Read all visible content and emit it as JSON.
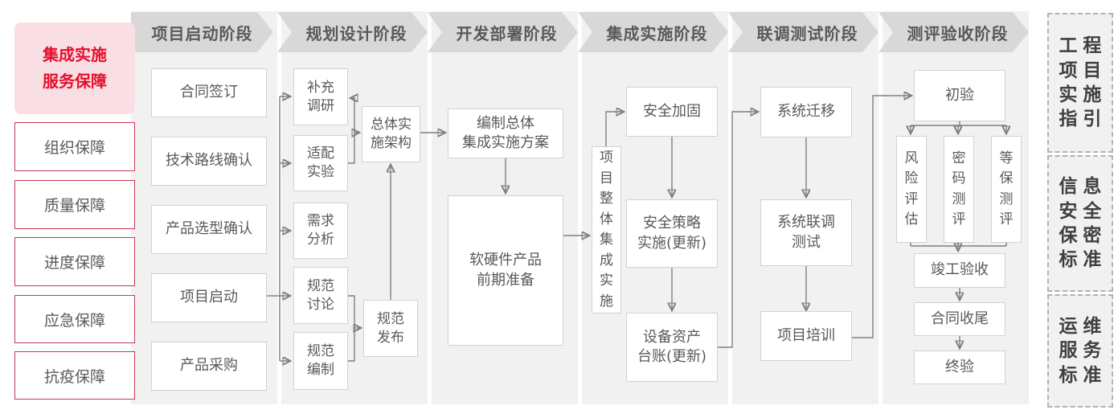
{
  "palette": {
    "accent_red_text": "#e60e2c",
    "accent_red_border": "#c43a52",
    "pink_bg": "#f9dfe4",
    "panel_bg": "#f1f1f2",
    "header_bg": "#d8d8d8",
    "gray_text": "#595959",
    "box_border": "#d2d2d2",
    "wire": "#7f7f7f"
  },
  "left_rail": {
    "title": "集成实施\n服务保障",
    "items": [
      "组织保障",
      "质量保障",
      "进度保障",
      "应急保障",
      "抗疫保障"
    ]
  },
  "phases": [
    {
      "label": "项目启动阶段",
      "boxes": [
        "合同签订",
        "技术路线确认",
        "产品选型确认",
        "项目启动",
        "产品采购"
      ]
    },
    {
      "label": "规划设计阶段",
      "boxes": [
        "补充\n调研",
        "适配\n实验",
        "需求\n分析",
        "规范\n讨论",
        "规范\n编制",
        "总体实\n施架构",
        "规范\n发布"
      ]
    },
    {
      "label": "开发部署阶段",
      "boxes": [
        "编制总体\n集成实施方案",
        "软硬件产品\n前期准备"
      ]
    },
    {
      "label": "集成实施阶段",
      "boxes": [
        "项\n目\n整\n体\n集\n成\n实\n施",
        "安全加固",
        "安全策略\n实施(更新)",
        "设备资产\n台账(更新)"
      ]
    },
    {
      "label": "联调测试阶段",
      "boxes": [
        "系统迁移",
        "系统联调\n测试",
        "项目培训"
      ]
    },
    {
      "label": "测评验收阶段",
      "boxes": [
        "初验",
        "风\n险\n评\n估",
        "密\n码\n测\n评",
        "等\n保\n测\n评",
        "竣工验收",
        "合同收尾",
        "终验"
      ]
    }
  ],
  "standards": [
    "工程\n项目\n实施\n指引",
    "信息\n安全\n保密\n标准",
    "运维\n服务\n标准"
  ]
}
